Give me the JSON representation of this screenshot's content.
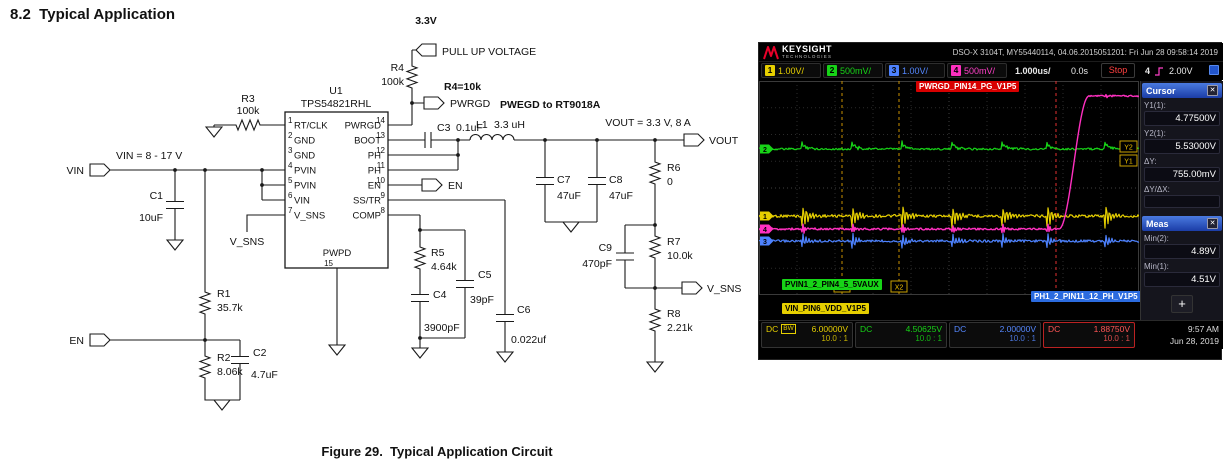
{
  "page": {
    "heading": "8.2  Typical Application",
    "caption": "Figure 29.  Typical Application Circuit"
  },
  "schematic": {
    "ic": {
      "refdes": "U1",
      "part": "TPS54821RHL",
      "left_pins": [
        {
          "num": "1",
          "name": "RT/CLK"
        },
        {
          "num": "2",
          "name": "GND"
        },
        {
          "num": "3",
          "name": "GND"
        },
        {
          "num": "4",
          "name": "PVIN"
        },
        {
          "num": "5",
          "name": "PVIN"
        },
        {
          "num": "6",
          "name": "VIN"
        },
        {
          "num": "7",
          "name": "V_SNS"
        }
      ],
      "right_pins": [
        {
          "num": "14",
          "name": "PWRGD"
        },
        {
          "num": "13",
          "name": "BOOT"
        },
        {
          "num": "12",
          "name": "PH"
        },
        {
          "num": "11",
          "name": "PH"
        },
        {
          "num": "10",
          "name": "EN"
        },
        {
          "num": "9",
          "name": "SS/TR"
        },
        {
          "num": "8",
          "name": "COMP"
        }
      ],
      "bottom_pin": {
        "num": "15",
        "name": "PWPD"
      }
    },
    "components": {
      "r1": {
        "ref": "R1",
        "value": "35.7k"
      },
      "r2": {
        "ref": "R2",
        "value": "8.06k"
      },
      "r3": {
        "ref": "R3",
        "value": "100k"
      },
      "r4": {
        "ref": "R4",
        "value": "100k"
      },
      "r5": {
        "ref": "R5",
        "value": "4.64k"
      },
      "r6": {
        "ref": "R6",
        "value": "0"
      },
      "r7": {
        "ref": "R7",
        "value": "10.0k"
      },
      "r8": {
        "ref": "R8",
        "value": "2.21k"
      },
      "c1": {
        "ref": "C1",
        "value": "10uF"
      },
      "c2": {
        "ref": "C2",
        "value": "4.7uF"
      },
      "c3": {
        "ref": "C3",
        "value": "0.1uF"
      },
      "c4": {
        "ref": "C4",
        "value": "3900pF"
      },
      "c5": {
        "ref": "C5",
        "value": "39pF"
      },
      "c6": {
        "ref": "C6",
        "value": "0.022uf"
      },
      "c7": {
        "ref": "C7",
        "value": "47uF"
      },
      "c8": {
        "ref": "C8",
        "value": "47uF"
      },
      "c9": {
        "ref": "C9",
        "value": "470pF"
      },
      "l1": {
        "ref": "L1",
        "value": "3.3 uH"
      }
    },
    "nets": {
      "vin_tag": "VIN",
      "en_tag": "EN",
      "vout_tag": "VOUT",
      "v_sns_tag": "V_SNS",
      "pwrgd_tag": "PWRGD",
      "en2_tag": "EN",
      "v_sns_pin": "V_SNS"
    },
    "annotations": {
      "vin_range": "VIN = 8 - 17 V",
      "vout_spec": "VOUT = 3.3 V,  8 A",
      "pullup_v": "3.3V",
      "pullup_label": "PULL UP VOLTAGE",
      "r4_note": "R4=10k",
      "pwrgd_note": "PWEGD to RT9018A"
    }
  },
  "scope": {
    "brand": {
      "name": "KEYSIGHT",
      "sub": "TECHNOLOGIES"
    },
    "header": "DSO-X 3104T, MY55440114, 04.06.2015051201: Fri Jun 28 09:58:14 2019",
    "channels": [
      {
        "num": "1",
        "scale": "1.00V/",
        "color": "#e6cf00"
      },
      {
        "num": "2",
        "scale": "500mV/",
        "color": "#17d417"
      },
      {
        "num": "3",
        "scale": "1.00V/",
        "color": "#4d82ff"
      },
      {
        "num": "4",
        "scale": "500mV/",
        "color": "#ff30c0"
      }
    ],
    "timebase": "1.000us/",
    "delay": "0.0s",
    "acq_status": "Stop",
    "trig_channel": "4",
    "trig_level": "2.00V",
    "wave_labels": {
      "pwrgd": "PWRGD_PIN14_PG_V1P5",
      "pvin": "PVIN1_2_PIN4_5_5VAUX",
      "vin": "VIN_PIN6_VDD_V1P5",
      "ph": "PH1_2_PIN11_12_PH_V1P5"
    },
    "cursor_tags": {
      "x1": "X1",
      "x2": "X2",
      "y1": "Y1",
      "y2": "Y2"
    },
    "cursor_panel": {
      "title": "Cursor",
      "close": "✕",
      "rows": [
        {
          "label": "Y1(1):",
          "value": "4.77500V"
        },
        {
          "label": "Y2(1):",
          "value": "5.53000V"
        },
        {
          "label": "ΔY:",
          "value": "755.00mV"
        },
        {
          "label": "ΔY/ΔX:",
          "value": ""
        }
      ]
    },
    "meas_panel": {
      "title": "Meas",
      "close": "✕",
      "rows": [
        {
          "label": "Min(2):",
          "value": "4.89V"
        },
        {
          "label": "Min(1):",
          "value": "4.51V"
        }
      ],
      "add": "+"
    },
    "footer": {
      "ch1": {
        "coupling": "DC",
        "bw": "BW",
        "value": "6.00000V",
        "probe": "10.0 : 1"
      },
      "ch2": {
        "coupling": "DC",
        "value": "4.50625V",
        "probe": "10.0 : 1"
      },
      "ch3": {
        "coupling": "DC",
        "value": "2.00000V",
        "probe": "10.0 : 1"
      },
      "ch4": {
        "coupling": "DC",
        "value": "1.88750V",
        "probe": "10.0 : 1"
      },
      "time": "9:57 AM",
      "date": "Jun 28, 2019"
    }
  }
}
